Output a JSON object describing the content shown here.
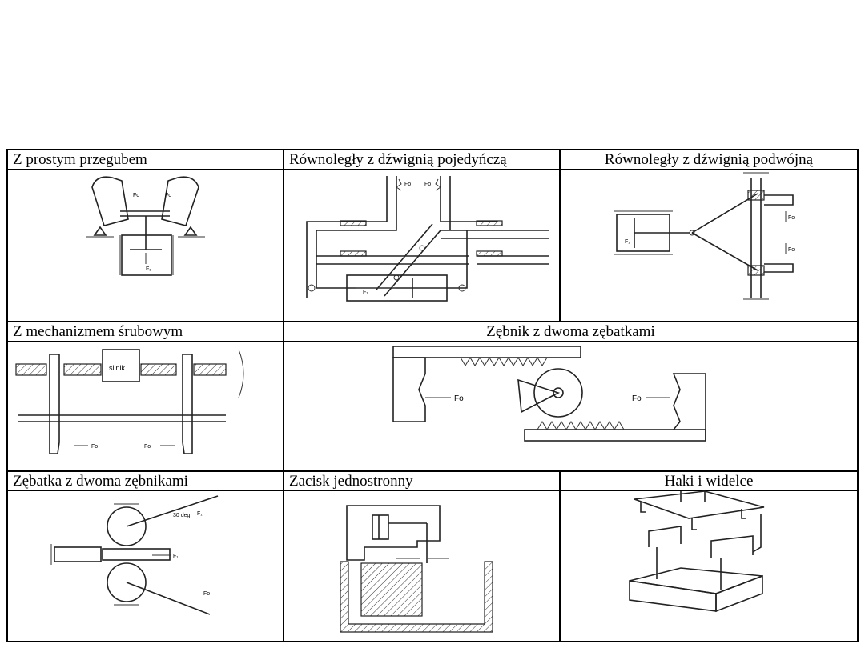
{
  "table": {
    "rows": [
      {
        "cells": [
          {
            "label": "Z prostym przegubem",
            "diagram_labels": [
              "Fo",
              "Fo",
              "F₁"
            ]
          },
          {
            "label": "Równoległy z dźwignią pojedyńczą",
            "diagram_labels": [
              "Fo",
              "Fo",
              "F₁"
            ]
          },
          {
            "label": "Równoległy z dźwignią podwójną",
            "diagram_labels": [
              "F₁",
              "Fo",
              "Fo"
            ]
          }
        ]
      },
      {
        "cells": [
          {
            "label": "Z  mechanizmem śrubowym",
            "diagram_labels": [
              "silnik",
              "Fo",
              "Fo"
            ]
          },
          {
            "label": "Zębnik z dwoma zębatkami",
            "diagram_labels": [
              "Fo",
              "Fo"
            ]
          }
        ]
      },
      {
        "cells": [
          {
            "label": "Zębatka z dwoma zębnikami",
            "diagram_labels": [
              "30 deg",
              "F₁",
              "F₁",
              "Fo"
            ]
          },
          {
            "label": "Zacisk jednostronny",
            "diagram_labels": []
          },
          {
            "label": "Haki i widelce",
            "diagram_labels": []
          }
        ]
      }
    ]
  }
}
